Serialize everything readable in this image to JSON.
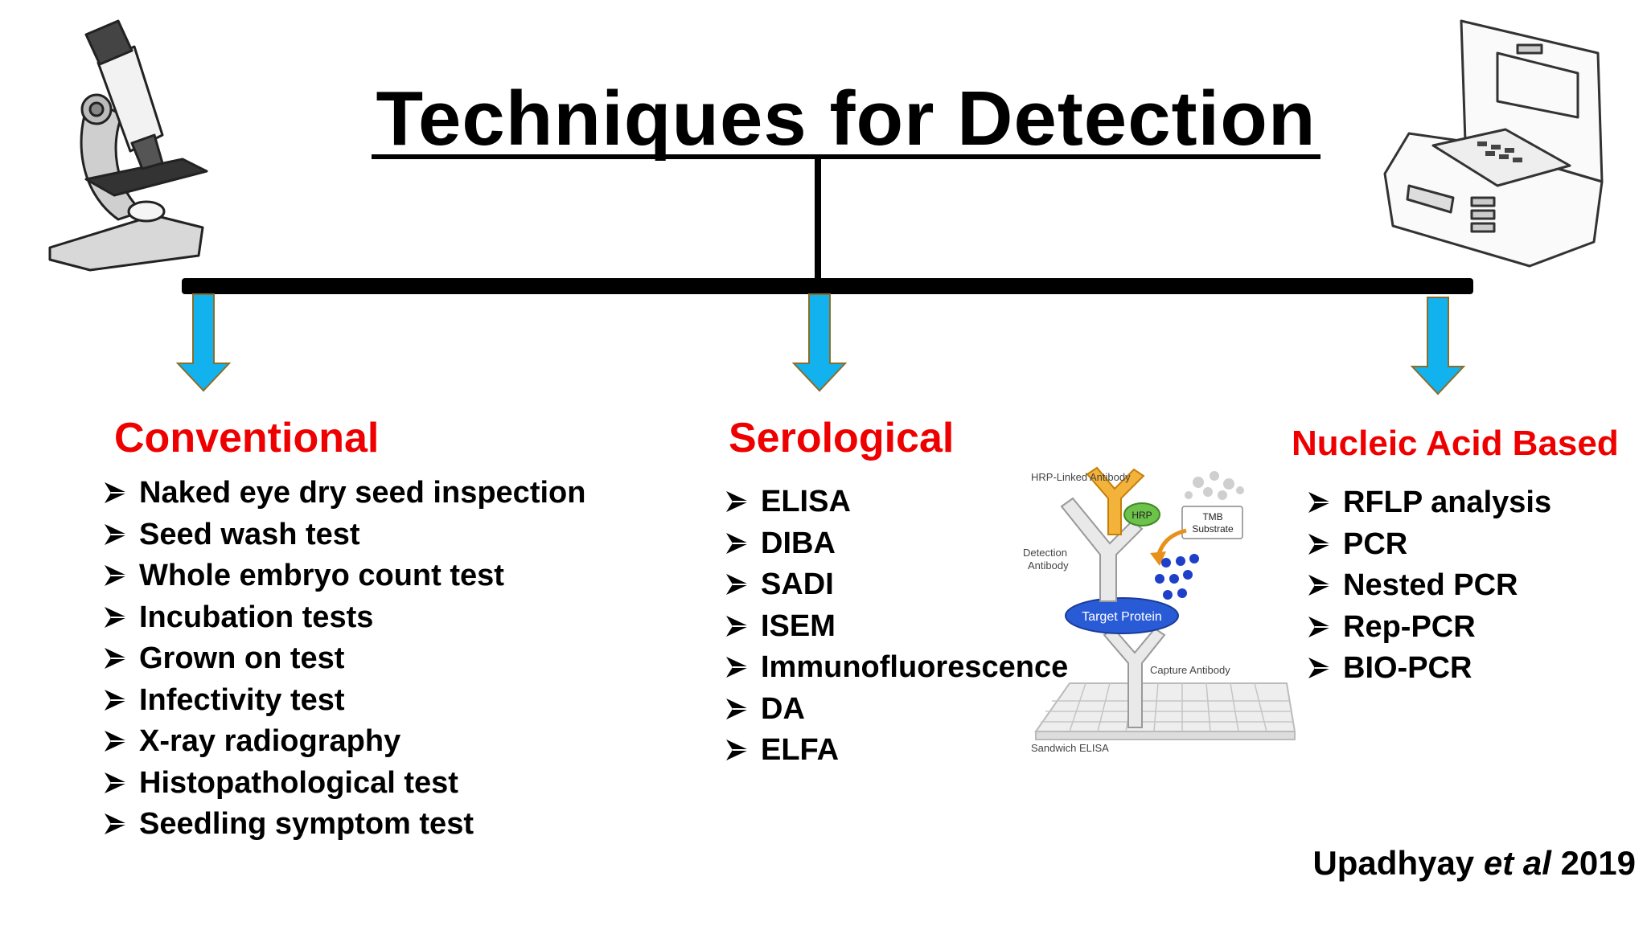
{
  "title": "Techniques for Detection",
  "branches": {
    "conventional": {
      "heading": "Conventional",
      "items": [
        "Naked eye dry seed inspection",
        "Seed wash test",
        "Whole embryo count test",
        "Incubation tests",
        "Grown on test",
        "Infectivity test",
        "X-ray radiography",
        "Histopathological test",
        "Seedling symptom test"
      ]
    },
    "serological": {
      "heading": "Serological",
      "items": [
        "ELISA",
        "DIBA",
        "SADI",
        "ISEM",
        "Immunofluorescence",
        "DA",
        "ELFA"
      ]
    },
    "nucleic": {
      "heading": "Nucleic Acid Based",
      "items": [
        "RFLP analysis",
        "PCR",
        "Nested PCR",
        "Rep-PCR",
        "BIO-PCR"
      ]
    }
  },
  "elisa_figure": {
    "hrp_linked_antibody": "HRP-Linked Antibody",
    "hrp": "HRP",
    "tmb_line1": "TMB",
    "tmb_line2": "Substrate",
    "detection_line1": "Detection",
    "detection_line2": "Antibody",
    "target_protein": "Target Protein",
    "capture_antibody": "Capture Antibody",
    "caption": "Sandwich ELISA"
  },
  "citation": {
    "author": "Upadhyay",
    "etal": "et al",
    "year": "2019"
  },
  "colors": {
    "heading": "#ee0000",
    "arrow_fill": "#12b2ee",
    "arrow_outline": "#8a6d2a",
    "line": "#000000",
    "hrp_green": "#6cc24a",
    "target_blue": "#2a5bd7",
    "antibody_gold": "#e8a21a"
  },
  "icons": [
    "microscope-icon",
    "pcr-thermocycler-icon",
    "arrow-bullet-icon",
    "down-arrow-icon"
  ]
}
